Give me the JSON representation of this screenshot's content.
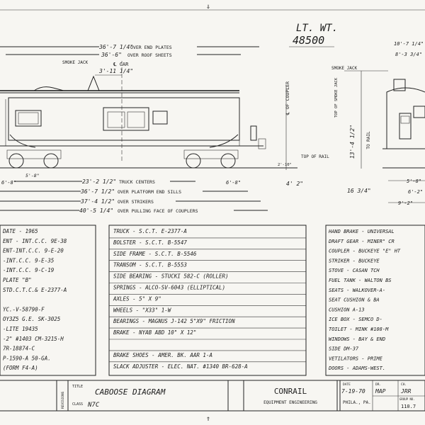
{
  "weight": {
    "label": "LT. WT.",
    "value": "48500"
  },
  "dims_top": [
    {
      "v": "36'-7 1/4\"",
      "txt": "OVER END PLATES"
    },
    {
      "v": "36'-6\"",
      "txt": "OVER ROOF SHEETS"
    }
  ],
  "smoke_jack_label": "SMOKE JACK",
  "cl_car": "℄ CAR",
  "dim_3_11": "3'-11 1/4\"",
  "coupler_label": "℄ OF COUPLER",
  "top_rail_label": "TOP OF RAIL",
  "dim_2_10": "2'-10\"",
  "dim_4_2": "4' 2\"",
  "dim_5_8": "5'-8\"",
  "dim_6_8a": "6'-8\"",
  "dim_6_8b": "6'-8\"",
  "dims_bottom": [
    {
      "v": "23'-2 1/2\"",
      "txt": "TRUCK CENTERS"
    },
    {
      "v": "36'-7 1/2\"",
      "txt": "OVER PLATFORM END SILLS"
    },
    {
      "v": "37'-4 1/2\"",
      "txt": "OVER STRIKERS"
    },
    {
      "v": "40'-5 1/4\"",
      "txt": "OVER PULLING FACE OF COUPLERS"
    }
  ],
  "end_view": {
    "smoke_jack": "SMOKE JACK",
    "top_of_smoke_jack": "TOP OF SMOKE JACK",
    "to_rail": "TO RAIL",
    "dim_13_4": "13'-4 1/2\"",
    "dim_16": "16 3/4\"",
    "dims_right": [
      "10'-7 1/4\"",
      "8'-3 3/4\"",
      "5'-8\"",
      "6'-2\"",
      "9'-2\""
    ]
  },
  "spec_left": [
    "DATE - 1965",
    "ENT - INT.C.C.  9E-38",
    "ENT-INT.C.C.  9-E-20",
    "-INT.C.C.  9-E-35",
    "-INT.C.C.  9-C-19",
    "PLATE \"B\"",
    "STD.C.T.C.& E-2377-A",
    "",
    "YC.-V-58790-F",
    "OY3Z5 G.E. SK-3025",
    "-LITE 19435",
    "-2\" #1403  CM-3215-H",
    "7R-18874-C",
    "P-1590-A  50-GA.",
    "(FORM F4-A)"
  ],
  "spec_middle": [
    "TRUCK - S.C.T.  E-2377-A",
    "BOLSTER - S.C.T.  B-5547",
    "SIDE FRAME - S.C.T.  B-5546",
    "TRANSOM - S.C.T.  B-5553",
    "SIDE BEARING - STUCKI  582-C (ROLLER)",
    "SPRINGS - ALCO-SV-6043 (ELLIPTICAL)",
    "AXLES - 5\" X 9\"",
    "WHEELS - \"X33\"  1-W",
    "BEARINGS - MAGNUS J-142  5\"X9\" FRICTION",
    "BRAKE - NYAB  ABD  10\" X 12\"",
    "",
    "BRAKE SHOES - AMER. BK.  AAR  1-A",
    "SLACK ADJUSTER - ELEC. NAT. #1340  BR-628-A"
  ],
  "spec_right": [
    "HAND BRAKE - UNIVERSAL",
    "DRAFT GEAR - MINER\" CR",
    "COUPLER - BUCKEYE \"E\" HT",
    "STRIKER - BUCKEYE",
    "STOVE - CASAN  TCH",
    "FUEL TANK - WALTON BS",
    "SEATS - WALKOVER-A-",
    "SEAT CUSHION & BA",
    "CUSHION A-13",
    "ICE BOX - SEMCO  D-",
    "TOILET - MINK #108-M",
    "WINDOWS - BAY & END",
    "SIDE DM-37",
    "VETILATORS - PRIME",
    "DOORS - ADAMS-WEST."
  ],
  "title_block": {
    "revisions": "REVISIONS",
    "title_label": "TITLE",
    "title": "CABOOSE DIAGRAM",
    "class_label": "CLASS",
    "class_value": "N7C",
    "company": "CONRAIL",
    "department": "EQUIPMENT ENGINEERING",
    "date_label": "DATE",
    "date": "7-19-70",
    "place": "PHILA., PA.",
    "dr_label": "DR.",
    "dr": "MAP",
    "ch_label": "CH.",
    "ch": "JRR",
    "group_label": "GROUP NO.",
    "group_no": "110.7"
  }
}
